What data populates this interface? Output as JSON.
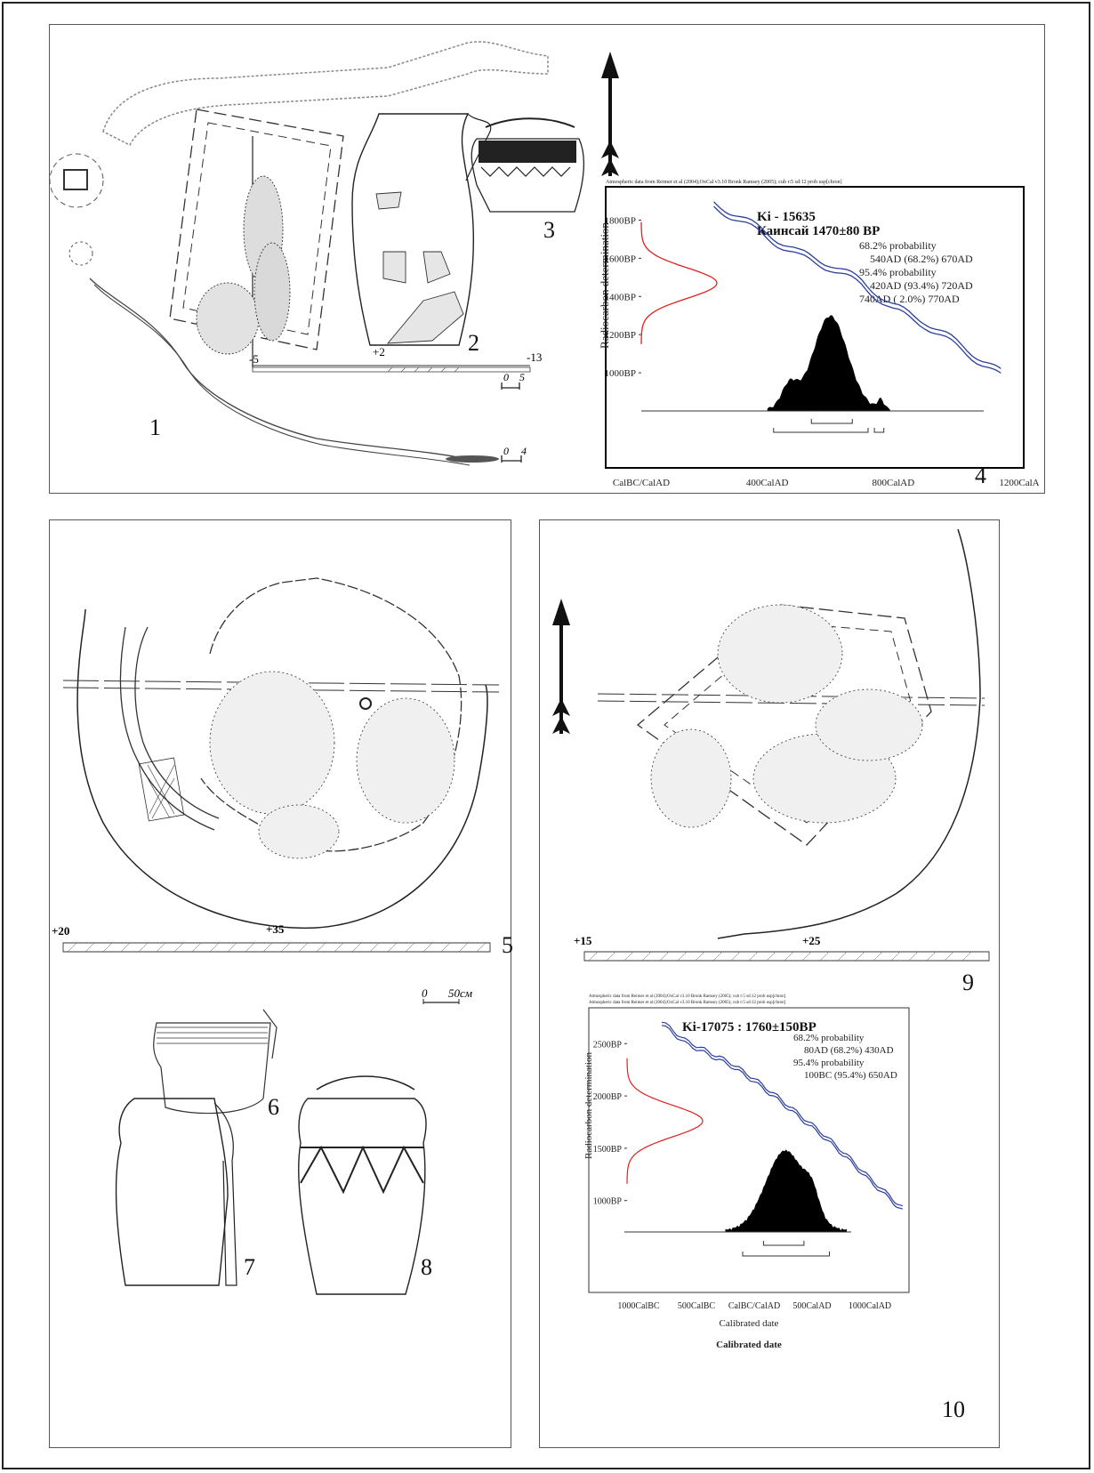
{
  "figure_numbers": {
    "n1": "1",
    "n2": "2",
    "n3": "3",
    "n4": "4",
    "n5": "5",
    "n6": "6",
    "n7": "7",
    "n8": "8",
    "n9": "9",
    "n10": "10"
  },
  "plan_top": {
    "section_marks": {
      "left": "-5",
      "middle": "+2",
      "right": "-13"
    },
    "scale_section": {
      "zero": "0",
      "value": "5"
    },
    "scale_plan": {
      "zero": "0",
      "value": "4"
    }
  },
  "plan_left": {
    "section_left": "+20",
    "section_mid": "+35",
    "scale": {
      "zero": "0",
      "value": "50см"
    }
  },
  "plan_right": {
    "section_left": "+15",
    "section_mid": "+25"
  },
  "chart_data": [
    {
      "type": "line",
      "header": "Atmospheric data from Reimer et al (2004);OxCal v3.10 Bronk Ramsey (2005); cub r:5 sd:12 prob usp[chron]",
      "title": "Ki - 15635",
      "subtitle": "Каинсай  1470±80 BP",
      "ylabel": "Radiocarbon determination",
      "y_ticks": [
        "1800BP",
        "1600BP",
        "1400BP",
        "1200BP",
        "1000BP"
      ],
      "x_ticks": [
        "CalBC/CalAD",
        "400CalAD",
        "800CalAD",
        "1200CalA"
      ],
      "annotations": [
        "68.2% probability",
        "540AD (68.2%) 670AD",
        "95.4% probability",
        "420AD (93.4%) 720AD",
        "740AD ( 2.0%) 770AD"
      ],
      "measurement": {
        "bp": 1470,
        "error": 80
      },
      "calibration_curve": {
        "x": [
          230,
          300,
          400,
          500,
          600,
          700,
          800,
          900,
          1000,
          1100,
          1150
        ],
        "y": [
          1880,
          1820,
          1720,
          1620,
          1560,
          1470,
          1340,
          1260,
          1150,
          1040,
          980
        ]
      },
      "colors": {
        "curve": "#2b3f9e",
        "bp_distribution": "#e02020",
        "cal_distribution": "#000000"
      }
    },
    {
      "type": "line",
      "header_1": "Atmospheric data from Reimer et al (2004);OxCal v3.10 Bronk Ramsey (2005); cub r:5 sd:12 prob usp[chron]",
      "header_2": "Atmospheric data from Reimer et al (2004);OxCal v3.10 Bronk Ramsey (2005); cub r:5 sd:12 prob usp[chron]",
      "title": "Ki-17075 : 1760±150BP",
      "ylabel": "Radiocarbon determination",
      "xlabel": "Calibrated date",
      "xlabel_bottom": "Calibrated date",
      "y_ticks": [
        "2500BP",
        "2000BP",
        "1500BP",
        "1000BP"
      ],
      "x_ticks": [
        "1000CalBC",
        "500CalBC",
        "CalBC/CalAD",
        "500CalAD",
        "1000CalAD"
      ],
      "annotations": [
        "68.2% probability",
        "80AD (68.2%) 430AD",
        "95.4% probability",
        "100BC (95.4%) 650AD"
      ],
      "measurement": {
        "bp": 1760,
        "error": 150
      },
      "calibration_curve": {
        "x": [
          -800,
          -600,
          -400,
          -200,
          0,
          200,
          400,
          600,
          800,
          1000,
          1200,
          1300
        ],
        "y": [
          2700,
          2520,
          2410,
          2300,
          2150,
          1980,
          1800,
          1620,
          1420,
          1200,
          1000,
          900
        ]
      },
      "colors": {
        "curve": "#2b3f9e",
        "bp_distribution": "#e02020",
        "cal_distribution": "#000000"
      }
    }
  ]
}
